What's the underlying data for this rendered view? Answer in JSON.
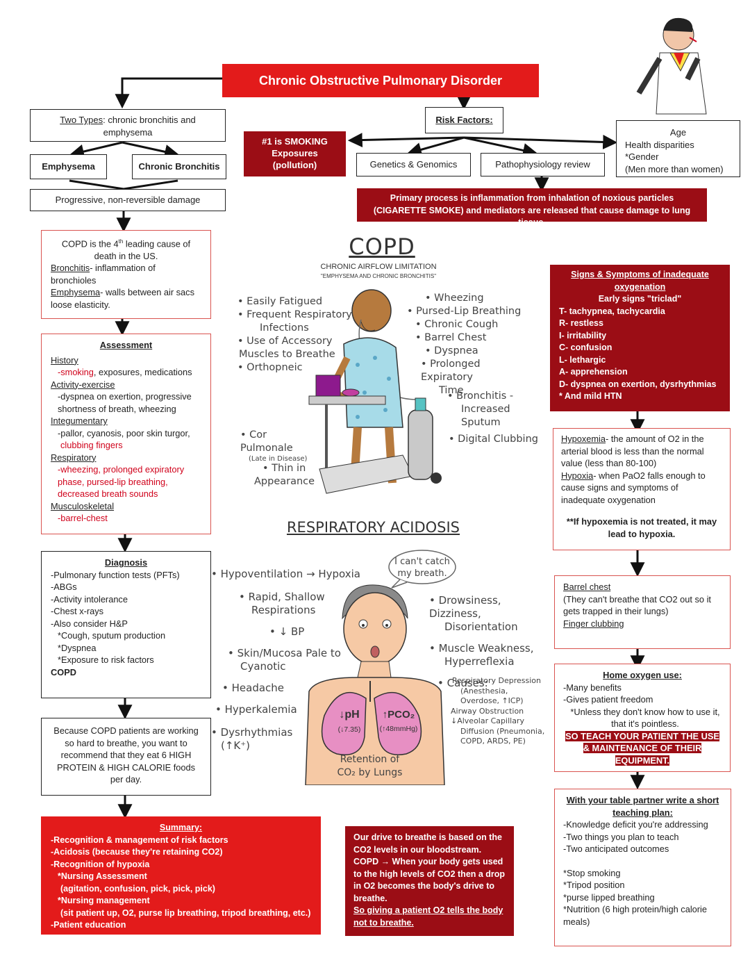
{
  "title": "Chronic Obstructive Pulmonary Disorder",
  "types": {
    "prefix": "Two Types",
    "rest": ": chronic bronchitis and emphysema",
    "emphysema": "Emphysema",
    "bronchitis": "Chronic Bronchitis",
    "damage": "Progressive, non-reversible damage"
  },
  "risk": {
    "heading": "Risk Factors:",
    "smoking": [
      "#1 is SMOKING",
      "Exposures",
      "(pollution)"
    ],
    "genetics": "Genetics & Genomics",
    "patho": "Pathophysiology review",
    "other": [
      "Age",
      "Health disparities",
      "*Gender",
      "(Men more than women)"
    ],
    "primary": "Primary process is inflammation from inhalation of noxious particles (CIGARETTE SMOKE) and mediators are released that cause damage to lung tissue."
  },
  "facts": {
    "line1a": "COPD is the 4",
    "line1sup": "th",
    "line1b": " leading cause of death in the US.",
    "bronchitis_term": "Bronchitis",
    "bronchitis_def": "- inflammation of bronchioles",
    "emphysema_term": "Emphysema",
    "emphysema_def": "- walls between air sacs loose elasticity."
  },
  "assessment": {
    "heading": "Assessment",
    "history": "History",
    "history_red": "-smoking",
    "history_rest": ", exposures, medications",
    "activity": "Activity-exercise",
    "activity_text": "-dyspnea on exertion, progressive shortness of breath, wheezing",
    "integ": "Integumentary",
    "integ_text": "-pallor, cyanosis, poor skin turgor,",
    "integ_red": "clubbing fingers",
    "resp": "Respiratory",
    "resp_red": "-wheezing, prolonged expiratory phase, pursed-lip breathing, decreased breath sounds",
    "musculo": "Musculoskeletal",
    "musculo_red": "-barrel-chest"
  },
  "diagnosis": {
    "heading": "Diagnosis",
    "lines": [
      "-Pulmonary function tests (PFTs)",
      "-ABGs",
      "-Activity intolerance",
      "-Chest x-rays",
      "-Also consider H&P",
      "*Cough, sputum production",
      "*Dyspnea",
      "*Exposure to risk factors"
    ],
    "footer": "COPD"
  },
  "diet": "Because COPD patients are working so hard to breathe, you want to recommend that they eat 6 HIGH PROTEIN & HIGH CALORIE foods per day.",
  "summary": {
    "heading": "Summary:",
    "lines": [
      "-Recognition & management of risk factors",
      "-Acidosis (because they're retaining CO2)",
      "-Recognition of hypoxia",
      "*Nursing Assessment",
      "(agitation, confusion, pick, pick, pick)",
      "*Nursing management",
      "(sit patient up, O2, purse lip breathing, tripod breathing, etc.)",
      "-Patient education"
    ]
  },
  "drive": {
    "p1": "Our drive to breathe is based on the CO2 levels in our bloodstream.",
    "p2": "COPD → When your body gets used to the high levels of CO2 then a drop in O2 becomes the body's drive to breathe.",
    "p3": "So giving a patient O2 tells the body not to breathe."
  },
  "signs": {
    "heading": "Signs & Symptoms of inadequate oxygenation",
    "sub": "Early signs \"triclad\"",
    "lines": [
      "T- tachypnea, tachycardia",
      "R- restless",
      "I- irritability",
      "C- confusion",
      "L- lethargic",
      "A- apprehension",
      "D- dyspnea on exertion, dysrhythmias",
      "* And mild HTN"
    ]
  },
  "hypox": {
    "hypoxemia_term": "Hypoxemia",
    "hypoxemia_def": "- the amount of O2 in the arterial blood is less than the normal value (less than 80-100)",
    "hypoxia_term": "Hypoxia",
    "hypoxia_def": "- when PaO2 falls enough to cause signs and symptoms of inadequate oxygenation",
    "note": "**If hypoxemia is not treated, it may lead to hypoxia."
  },
  "barrel": {
    "term": "Barrel chest",
    "text": "(They can't breathe that CO2 out so it gets trapped in their lungs)",
    "clubbing": "Finger clubbing"
  },
  "home": {
    "heading": "Home oxygen use:",
    "lines": [
      "-Many benefits",
      "-Gives patient freedom",
      "*Unless they don't know how to use it, that it's pointless."
    ],
    "highlight": "SO TEACH YOUR PATIENT THE USE & MAINTENANCE OF THEIR EQUIPMENT."
  },
  "teach": {
    "heading": "With your table partner write a short teaching plan:",
    "lines": [
      "-Knowledge deficit you're addressing",
      "-Two things you plan to teach",
      "-Two anticipated outcomes"
    ],
    "list": [
      "*Stop smoking",
      "*Tripod position",
      "*purse lipped breathing",
      "*Nutrition (6 high protein/high calorie meals)"
    ]
  },
  "copd_illus": {
    "title": "COPD",
    "sub1": "CHRONIC AIRFLOW LIMITATION",
    "sub2": "\"EMPHYSEMA AND CHRONIC BRONCHITIS\"",
    "left": [
      "• Easily Fatigued",
      "• Frequent Respiratory",
      "Infections",
      "• Use of Accessory",
      "Muscles to Breathe",
      "• Orthopneic"
    ],
    "right": [
      "• Wheezing",
      "• Pursed-Lip Breathing",
      "• Chronic Cough",
      "• Barrel Chest",
      "• Dyspnea",
      "• Prolonged Expiratory",
      "Time"
    ],
    "bronchitis": [
      "• Bronchitis -",
      "Increased Sputum"
    ],
    "clubbing": "• Digital Clubbing",
    "cor": "• Cor Pulmonale",
    "cor_sub": "(Late in Disease)",
    "thin": [
      "• Thin in",
      "Appearance"
    ]
  },
  "acid_illus": {
    "title": "RESPIRATORY ACIDOSIS",
    "bubble": [
      "I can't catch",
      "my breath."
    ],
    "left": [
      "• Hypoventilation → Hypoxia",
      "• Rapid, Shallow",
      "Respirations",
      "• ↓ BP",
      "• Skin/Mucosa Pale to",
      "Cyanotic",
      "• Headache",
      "• Hyperkalemia",
      "• Dysrhythmias",
      "(↑K⁺)"
    ],
    "right": [
      "• Drowsiness, Dizziness,",
      "Disorientation",
      "• Muscle Weakness,",
      "Hyperreflexia",
      "• Causes:"
    ],
    "causes": [
      "Respiratory Depression",
      "(Anesthesia,",
      "Overdose, ↑ICP)",
      "Airway Obstruction",
      "↓Alveolar Capillary",
      "Diffusion (Pneumonia,",
      "COPD, ARDS, PE)"
    ],
    "ph": "↓pH",
    "ph_val": "(↓7.35)",
    "pco2": "↑PCO₂",
    "pco2_val": "(↑48mmHg)",
    "retention": [
      "Retention of",
      "CO₂ by Lungs"
    ]
  },
  "colors": {
    "dark_red": "#9b0d15",
    "red": "#e31b1b",
    "text_red": "#d0021b"
  }
}
